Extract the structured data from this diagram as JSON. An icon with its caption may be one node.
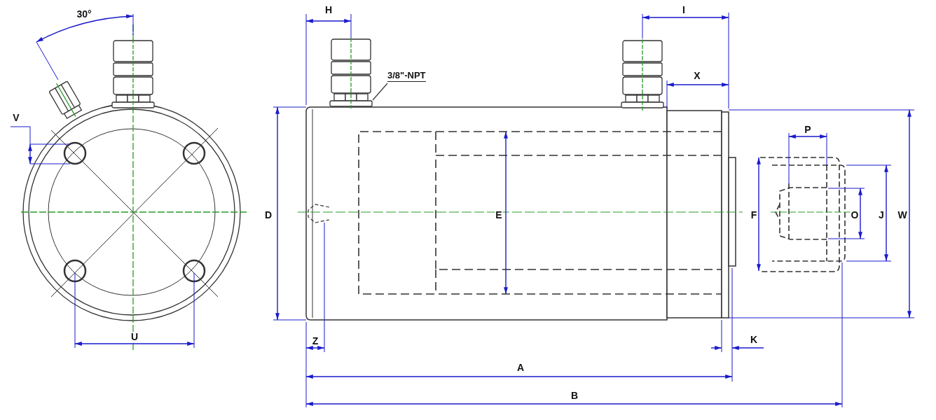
{
  "diagram": {
    "nodes": [
      {
        "text": [
          "3/8\"-NPT"
        ]
      },
      {
        "text": [],
        "shape": "picture"
      }
    ],
    "edges": [
      {
        "from": 0,
        "to": 1,
        "arrow": "none"
      }
    ],
    "labels": [
      "30°",
      "H",
      "I",
      "X",
      "V",
      "D",
      "E",
      "F",
      "P",
      "O",
      "J",
      "W",
      "U",
      "Z",
      "K",
      "A",
      "B"
    ]
  }
}
